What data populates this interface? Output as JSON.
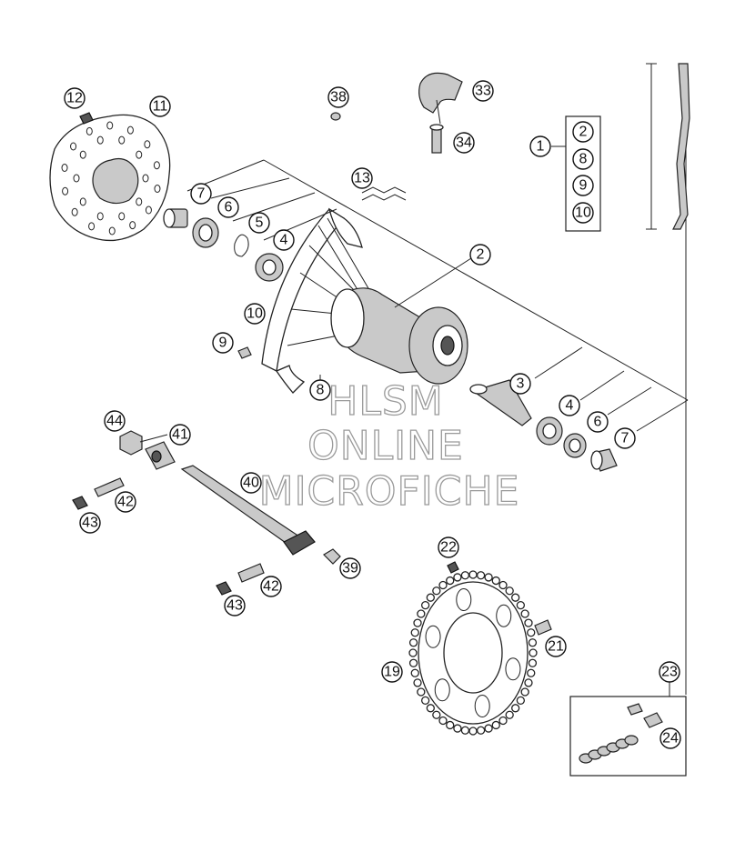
{
  "callouts": [
    {
      "id": "c1",
      "label": "1"
    },
    {
      "id": "c2",
      "label": "2"
    },
    {
      "id": "c2b",
      "label": "2"
    },
    {
      "id": "c3",
      "label": "3"
    },
    {
      "id": "c4",
      "label": "4"
    },
    {
      "id": "c4b",
      "label": "4"
    },
    {
      "id": "c5",
      "label": "5"
    },
    {
      "id": "c6",
      "label": "6"
    },
    {
      "id": "c6b",
      "label": "6"
    },
    {
      "id": "c7",
      "label": "7"
    },
    {
      "id": "c7b",
      "label": "7"
    },
    {
      "id": "c8",
      "label": "8"
    },
    {
      "id": "c8b",
      "label": "8"
    },
    {
      "id": "c9",
      "label": "9"
    },
    {
      "id": "c9b",
      "label": "9"
    },
    {
      "id": "c10",
      "label": "10"
    },
    {
      "id": "c10b",
      "label": "10"
    },
    {
      "id": "c11",
      "label": "11"
    },
    {
      "id": "c12",
      "label": "12"
    },
    {
      "id": "c13",
      "label": "13"
    },
    {
      "id": "c19",
      "label": "19"
    },
    {
      "id": "c21",
      "label": "21"
    },
    {
      "id": "c22",
      "label": "22"
    },
    {
      "id": "c23",
      "label": "23"
    },
    {
      "id": "c24",
      "label": "24"
    },
    {
      "id": "c33",
      "label": "33"
    },
    {
      "id": "c34",
      "label": "34"
    },
    {
      "id": "c38",
      "label": "38"
    },
    {
      "id": "c39",
      "label": "39"
    },
    {
      "id": "c40",
      "label": "40"
    },
    {
      "id": "c41",
      "label": "41"
    },
    {
      "id": "c42",
      "label": "42"
    },
    {
      "id": "c42b",
      "label": "42"
    },
    {
      "id": "c43",
      "label": "43"
    },
    {
      "id": "c43b",
      "label": "43"
    },
    {
      "id": "c44",
      "label": "44"
    }
  ],
  "watermark": [
    "HLSM",
    "ONLINE",
    "MICROFICHE"
  ]
}
